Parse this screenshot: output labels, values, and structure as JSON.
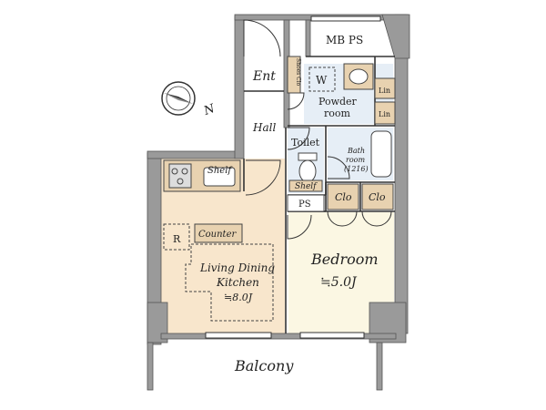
{
  "colors": {
    "wall": "#9a9a9a",
    "wall_dark": "#6f6f6f",
    "ldk_floor": "#f8e6cc",
    "bedroom_floor": "#fbf7e3",
    "wet_floor": "#e6eef6",
    "line": "#333333",
    "counter": "#e8d2b0"
  },
  "rooms": {
    "mbps": "MB PS",
    "entrance": "Ent",
    "shoe_closet": "Shoes Clo",
    "washer": "W",
    "powder_room": "Powder\nroom",
    "linen_1": "Lin",
    "linen_2": "Lin",
    "hall": "Hall",
    "toilet": "Toilet",
    "shelf_toilet": "Shelf",
    "bath_room": "Bath\nroom\n(1216)",
    "ps": "PS",
    "clo_1": "Clo",
    "clo_2": "Clo",
    "shelf_kitchen": "Shelf",
    "refrigerator": "R",
    "counter": "Counter",
    "ldk_name": "Living Dining\nKitchen",
    "ldk_size": "≒8.0J",
    "bedroom_name": "Bedroom",
    "bedroom_size": "≒5.0J",
    "balcony": "Balcony"
  },
  "compass": {
    "north_label": "N",
    "icon": "compass-icon"
  }
}
